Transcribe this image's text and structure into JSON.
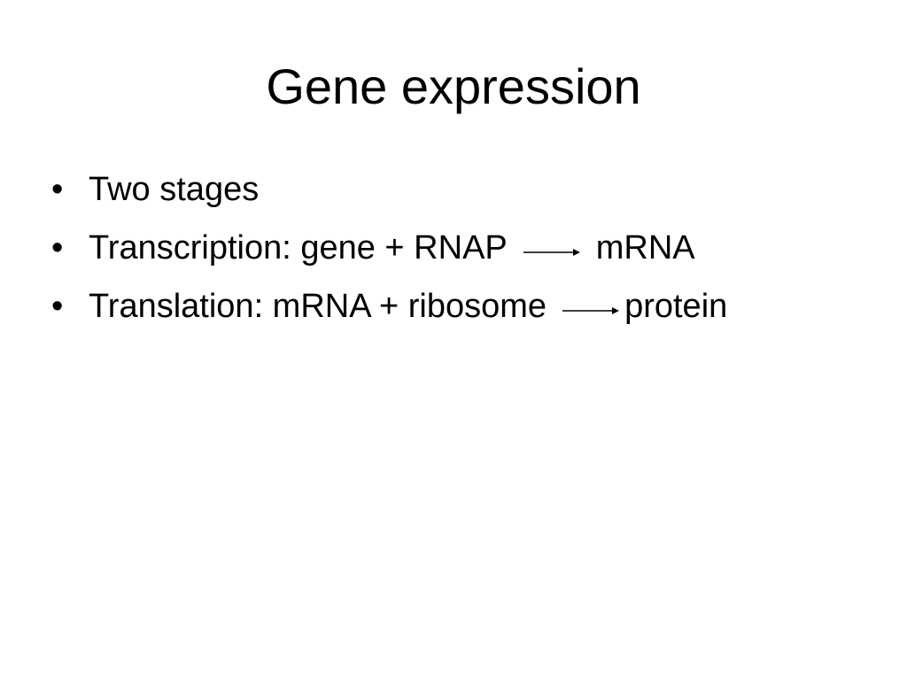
{
  "slide": {
    "title": "Gene expression",
    "bullets": [
      {
        "marker": "•",
        "text": "Two stages"
      },
      {
        "marker": "•",
        "before": "Transcription: gene + RNAP",
        "after": "mRNA"
      },
      {
        "marker": "•",
        "before": "Translation: mRNA + ribosome",
        "after": "protein"
      }
    ]
  },
  "colors": {
    "background": "#ffffff",
    "text": "#000000"
  },
  "icons": {
    "arrow": "right-arrow-icon"
  }
}
